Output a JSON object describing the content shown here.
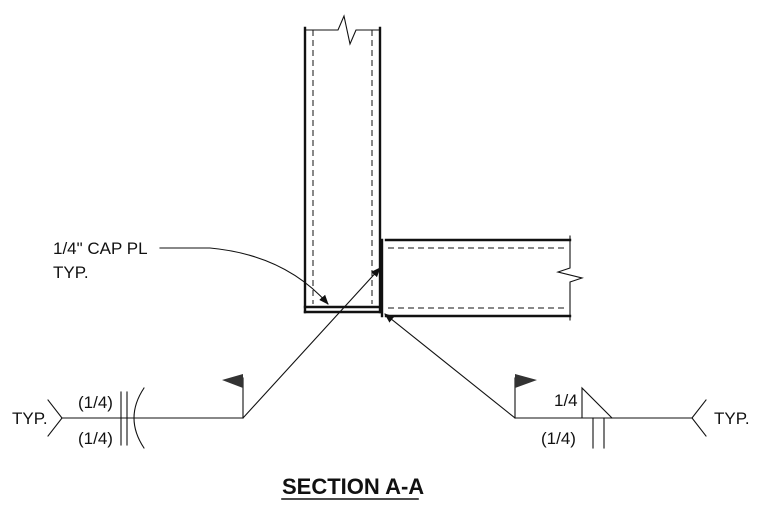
{
  "drawing": {
    "cap_plate_note_line1": "1/4\" CAP PL",
    "cap_plate_note_line2": "TYP.",
    "left_weld": {
      "tail_text": "TYP.",
      "size_top": "(1/4)",
      "size_bottom": "(1/4)"
    },
    "right_weld": {
      "tail_text": "TYP.",
      "size_top": "1/4",
      "size_bottom": "(1/4)"
    },
    "section_title": "SECTION A-A"
  }
}
